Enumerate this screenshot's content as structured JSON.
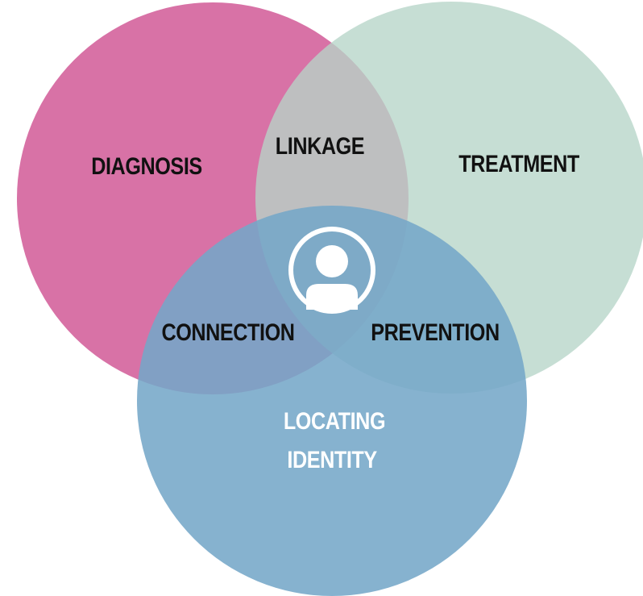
{
  "diagram": {
    "type": "venn",
    "sets": [
      {
        "key": "diagnosis",
        "label": "DIAGNOSIS",
        "color": "#d5679f"
      },
      {
        "key": "treatment",
        "label": "TREATMENT",
        "color": "#b6d5c8"
      },
      {
        "key": "locating_identity",
        "label_lines": [
          "LOCATING",
          "IDENTITY"
        ],
        "color": "#74a7c8"
      }
    ],
    "intersections": {
      "diagnosis_treatment": "LINKAGE",
      "diagnosis_locating_identity": "CONNECTION",
      "treatment_locating_identity": "PREVENTION"
    },
    "center_icon": "person-icon",
    "text_color_dark": "#111111",
    "text_color_light": "#ffffff"
  }
}
